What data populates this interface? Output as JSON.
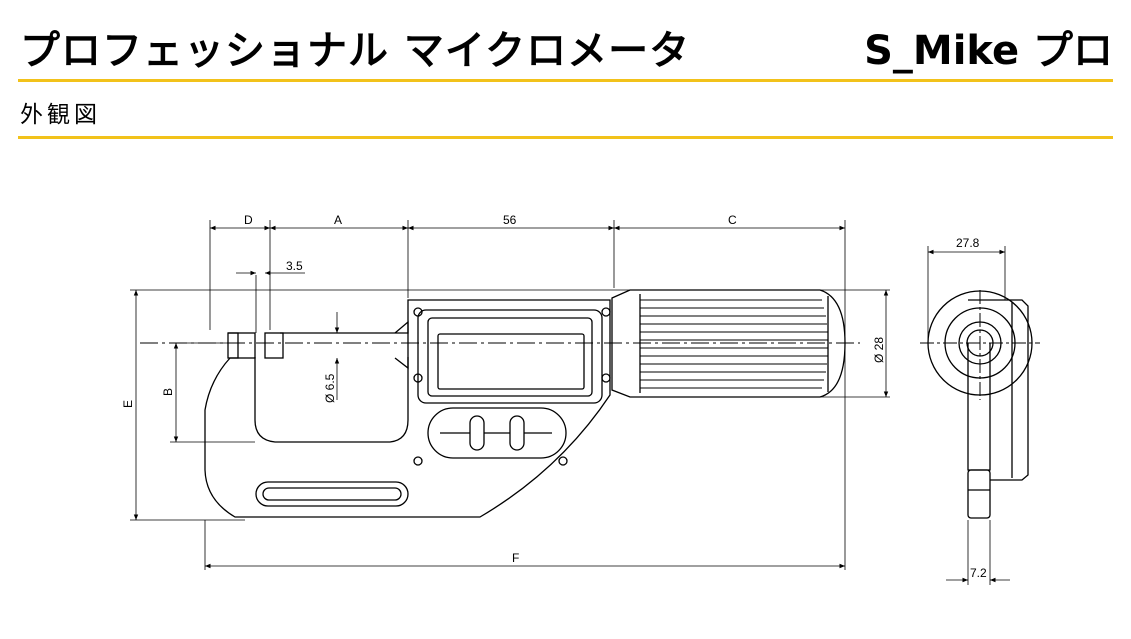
{
  "header": {
    "title": "プロフェッショナル マイクロメータ",
    "product": "S_Mike プロ",
    "subtitle": "外観図"
  },
  "drawing": {
    "dimensions": {
      "d": "D",
      "a": "A",
      "width_56": "56",
      "c": "C",
      "width_278": "27.8",
      "offset_35": "3.5",
      "spindle_dia": "Ø 6.5",
      "thimble_dia": "Ø 28",
      "b": "B",
      "e": "E",
      "f": "F",
      "depth_72": "7.2"
    }
  },
  "colors": {
    "accent_rule": "#f2c21a",
    "line": "#000000",
    "center_line": "#000000"
  }
}
